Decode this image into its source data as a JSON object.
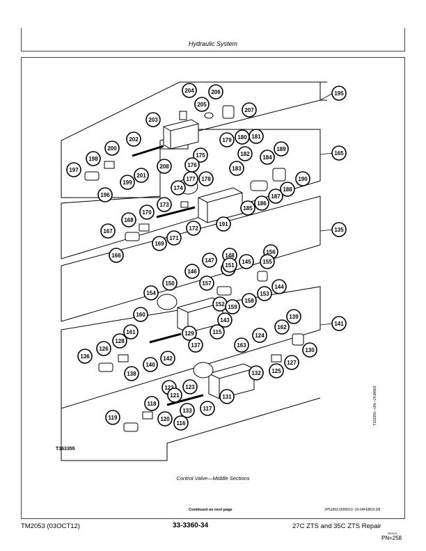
{
  "header": {
    "title": "Hydraulic System"
  },
  "figure": {
    "id": "T163355",
    "side_id": "T163355—UN—24JAN03",
    "caption": "Control Valve—Middle Sections",
    "callouts": [
      "195",
      "204",
      "206",
      "205",
      "207",
      "203",
      "202",
      "208",
      "198",
      "200",
      "197",
      "199",
      "201",
      "196",
      "165",
      "180",
      "181",
      "179",
      "175",
      "182",
      "189",
      "176",
      "184",
      "183",
      "177",
      "178",
      "174",
      "190",
      "188",
      "187",
      "186",
      "185",
      "173",
      "170",
      "191",
      "168",
      "172",
      "167",
      "169",
      "171",
      "166",
      "135",
      "148",
      "156",
      "147",
      "146",
      "149",
      "151",
      "155",
      "145",
      "150",
      "157",
      "144",
      "154",
      "153",
      "158",
      "152",
      "159",
      "143",
      "160",
      "115",
      "141",
      "161",
      "129",
      "139",
      "128",
      "162",
      "137",
      "126",
      "124",
      "163",
      "130",
      "136",
      "140",
      "127",
      "142",
      "125",
      "138",
      "132",
      "122",
      "123",
      "121",
      "131",
      "118",
      "133",
      "117",
      "119",
      "120",
      "116"
    ]
  },
  "footer": {
    "continued": "Continued on next page",
    "docid": "JP51892,0000010 -19-04FEB03-3/8",
    "left": "TM2053 (03OCT12)",
    "center": "33-3360-34",
    "right": "27C ZTS and 35C ZTS Repair",
    "small": "060313",
    "pn": "PN=258"
  },
  "colors": {
    "line": "#000000",
    "frame": "#444444",
    "background": "#ffffff"
  }
}
